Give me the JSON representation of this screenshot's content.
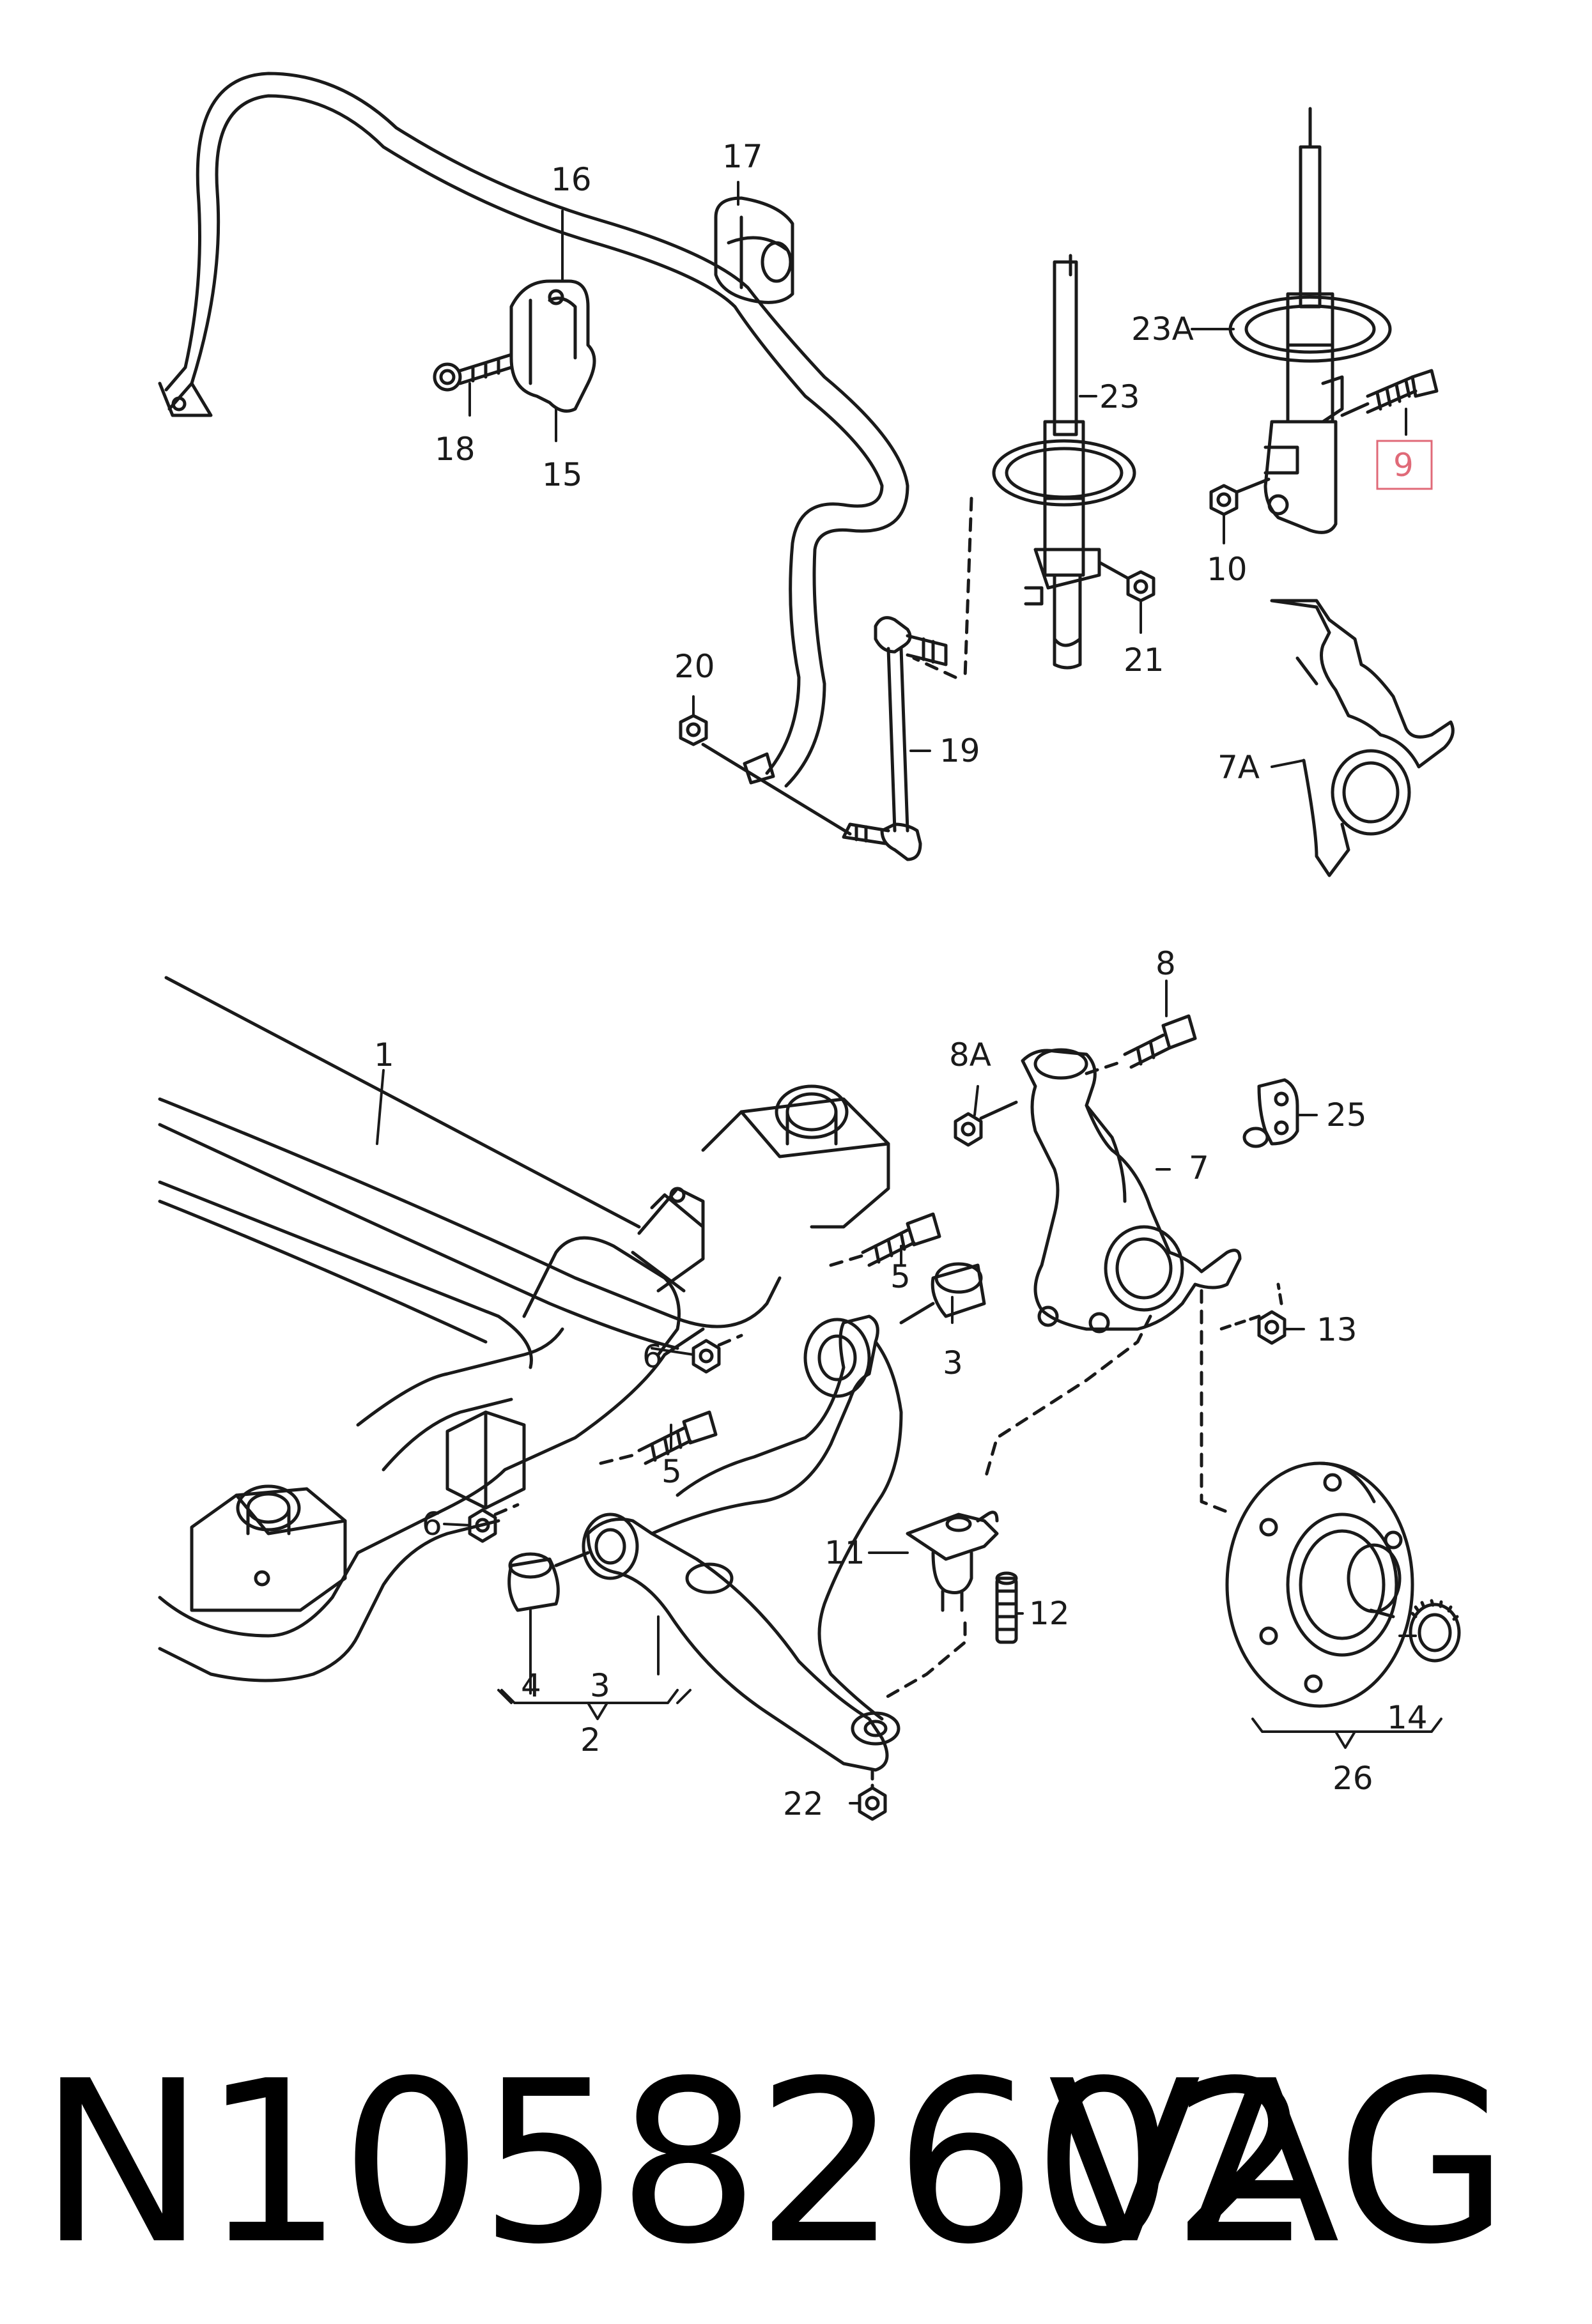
{
  "callouts": {
    "c1": "1",
    "c2": "2",
    "c3a": "3",
    "c3b": "3",
    "c4": "4",
    "c5a": "5",
    "c5b": "5",
    "c6a": "6",
    "c6b": "6",
    "c7": "7",
    "c7a": "7A",
    "c8": "8",
    "c8a": "8A",
    "c9": "9",
    "c10": "10",
    "c11": "11",
    "c12": "12",
    "c13": "13",
    "c14": "14",
    "c15": "15",
    "c16": "16",
    "c17": "17",
    "c18": "18",
    "c19": "19",
    "c20": "20",
    "c21": "21",
    "c22": "22",
    "c23": "23",
    "c23a": "23A",
    "c25": "25",
    "c26": "26"
  },
  "highlight_color": "#e06a78",
  "footer": {
    "part_number": "N10582602",
    "brand": "VAG"
  }
}
